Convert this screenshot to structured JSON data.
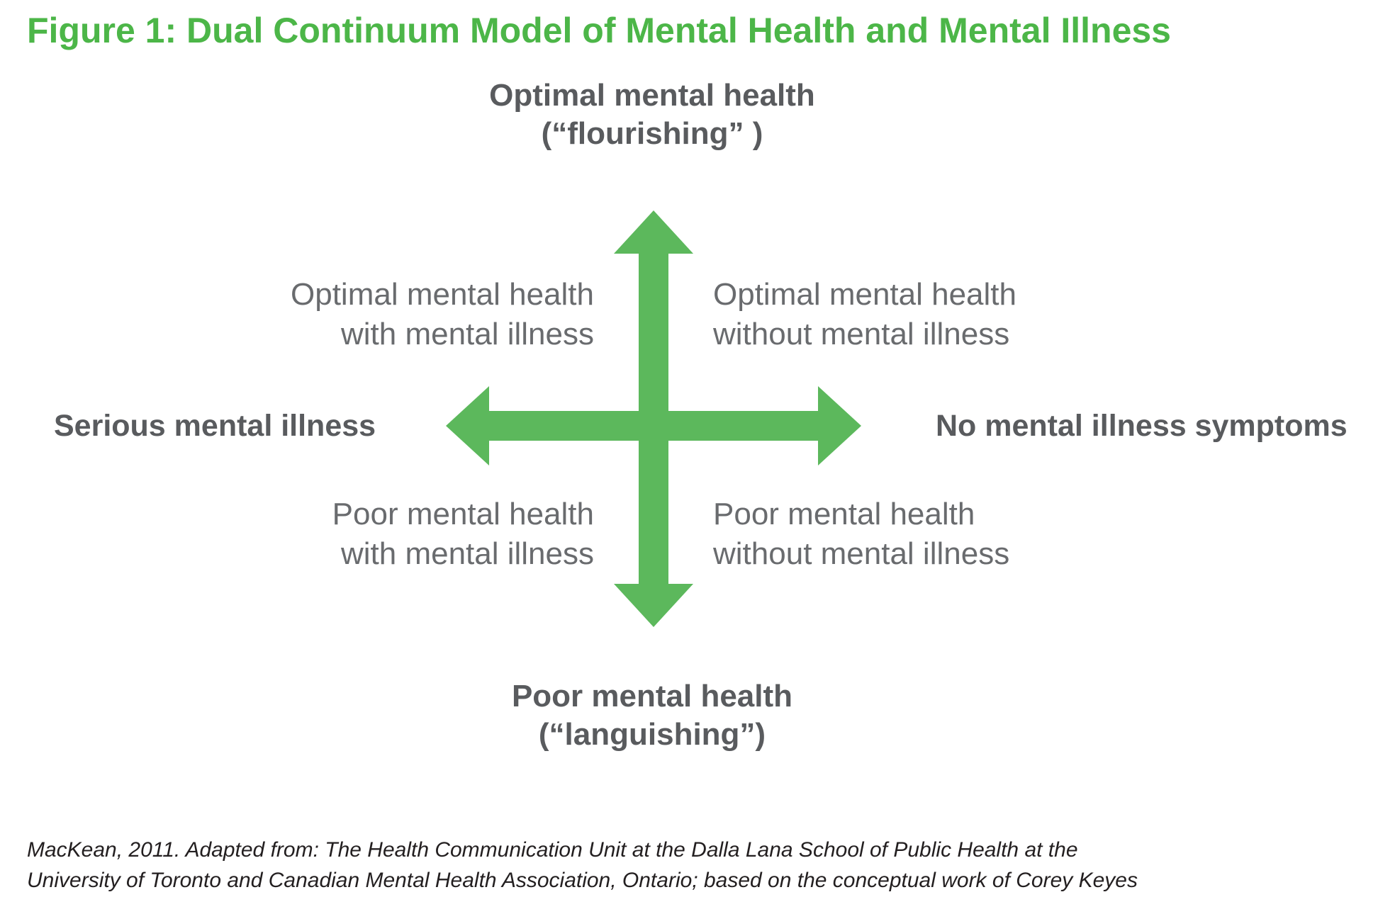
{
  "title": "Figure 1: Dual Continuum Model of Mental Health and Mental Illness",
  "diagram": {
    "axis_top": {
      "line1": "Optimal mental health",
      "line2": "(“flourishing” )"
    },
    "axis_bottom": {
      "line1": "Poor mental health",
      "line2": "(“languishing”)"
    },
    "axis_left": {
      "label": "Serious mental illness"
    },
    "axis_right": {
      "label": "No mental illness symptoms"
    },
    "quadrants": {
      "top_left": {
        "line1": "Optimal mental health",
        "line2": "with mental illness"
      },
      "top_right": {
        "line1": "Optimal mental health",
        "line2": "without mental illness"
      },
      "bottom_left": {
        "line1": "Poor mental health",
        "line2": "with mental illness"
      },
      "bottom_right": {
        "line1": "Poor mental health",
        "line2": "without mental illness"
      }
    },
    "icons": {
      "vertical_axis": "double-headed-arrow-vertical",
      "horizontal_axis": "double-headed-arrow-horizontal"
    }
  },
  "citation": {
    "line1": "MacKean, 2011. Adapted from: The Health Communication Unit at the Dalla Lana School of Public Health at the",
    "line2": "University of Toronto and Canadian Mental Health Association, Ontario; based on the conceptual work of Corey Keyes"
  },
  "colors": {
    "title_green": "#4CB648",
    "arrow_green": "#5CB85C",
    "axis_label_gray": "#595B5E",
    "quadrant_gray": "#696B6E",
    "citation_black": "#231F20"
  }
}
